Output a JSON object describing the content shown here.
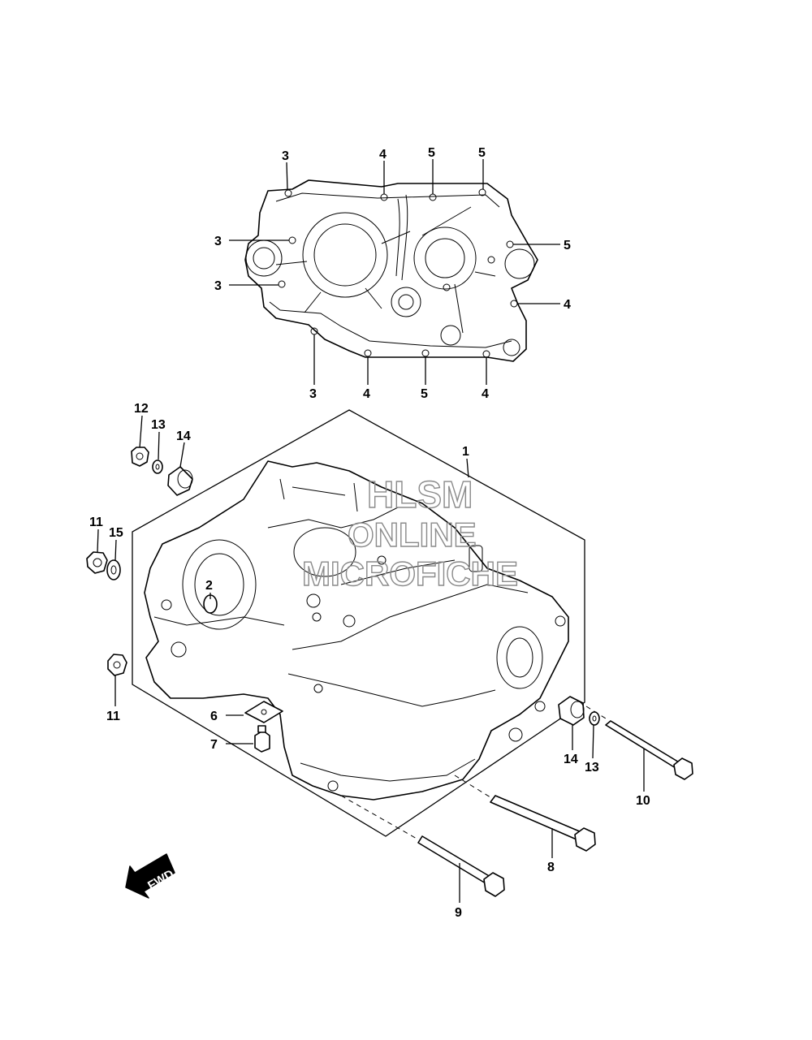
{
  "diagram": {
    "callouts": {
      "top_3a": "3",
      "top_4a": "4",
      "top_5a": "5",
      "top_5b": "5",
      "left_3a": "3",
      "left_3b": "3",
      "right_5": "5",
      "right_4": "4",
      "bot_3": "3",
      "bot_4a": "4",
      "bot_5": "5",
      "bot_4b": "4",
      "p1": "1",
      "p2": "2",
      "p6": "6",
      "p7": "7",
      "p8": "8",
      "p9": "9",
      "p10": "10",
      "p11a": "11",
      "p11b": "11",
      "p12": "12",
      "p13a": "13",
      "p13b": "13",
      "p14a": "14",
      "p14b": "14",
      "p15": "15"
    },
    "watermark": {
      "line1": "HLSM",
      "line2": "ONLINE",
      "line3": "MICROFICHE"
    },
    "fwd_label": "FWD"
  }
}
